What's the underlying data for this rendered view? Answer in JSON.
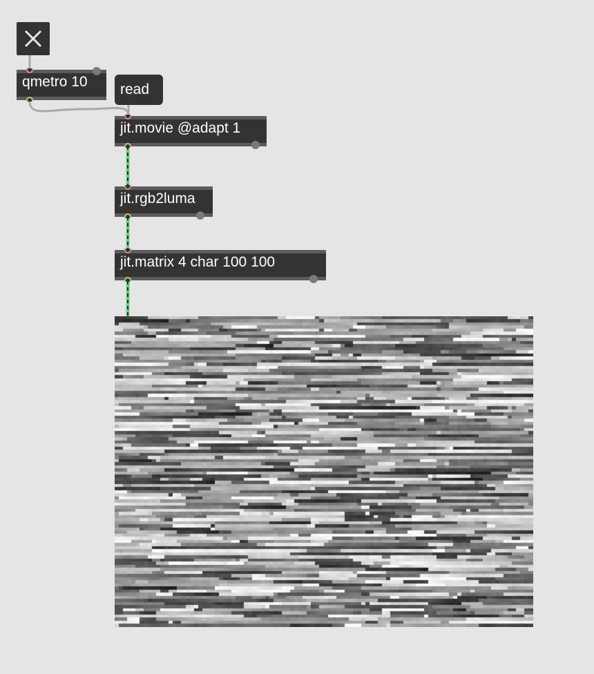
{
  "patcher": {
    "toggle": {
      "icon": "x-icon",
      "state": "on"
    },
    "objects": {
      "qmetro": "qmetro 10",
      "movie": "jit.movie @adapt 1",
      "rgb2luma": "jit.rgb2luma",
      "matrix": "jit.matrix 4 char 100 100"
    },
    "message": {
      "read": "read"
    },
    "display": {
      "type": "jit.pwindow",
      "content": "grayscale-video-frame"
    }
  },
  "colors": {
    "background": "#e5e5e5",
    "object_fill": "#333333",
    "cord_matrix": "#6fcf8f",
    "cord_control": "#a9a9a9"
  }
}
